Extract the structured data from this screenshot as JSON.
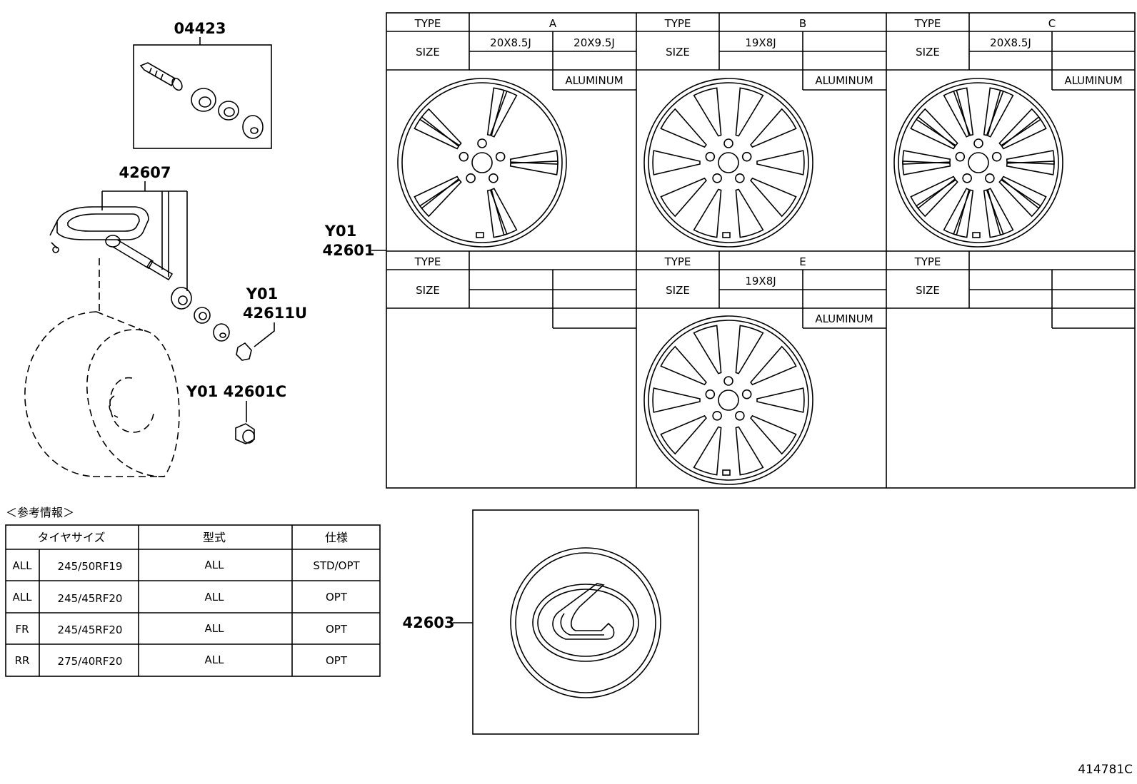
{
  "parts": {
    "p04423": "04423",
    "p42607": "42607",
    "p42611u_code": "Y01",
    "p42611u": "42611U",
    "p42601c": "Y01 42601C",
    "p42601_code": "Y01",
    "p42601": "42601",
    "p42603": "42603"
  },
  "wheel_table": {
    "type_label": "TYPE",
    "size_label": "SIZE",
    "material": "ALUMINUM",
    "A": {
      "letter": "A",
      "size1": "20X8.5J",
      "size2": "20X9.5J"
    },
    "B": {
      "letter": "B",
      "size1": "19X8J"
    },
    "C": {
      "letter": "C",
      "size1": "20X8.5J"
    },
    "E": {
      "letter": "E",
      "size1": "19X8J"
    }
  },
  "ref_info": {
    "title": "＜参考情報＞",
    "headers": [
      "タイヤサイズ",
      "型式",
      "仕様"
    ],
    "rows": [
      [
        "ALL",
        "245/50RF19",
        "ALL",
        "STD/OPT"
      ],
      [
        "ALL",
        "245/45RF20",
        "ALL",
        "OPT"
      ],
      [
        "FR",
        "245/45RF20",
        "ALL",
        "OPT"
      ],
      [
        "RR",
        "275/40RF20",
        "ALL",
        "OPT"
      ]
    ]
  },
  "diagram_id": "414781C",
  "colors": {
    "line": "#000000",
    "background": "#ffffff"
  }
}
